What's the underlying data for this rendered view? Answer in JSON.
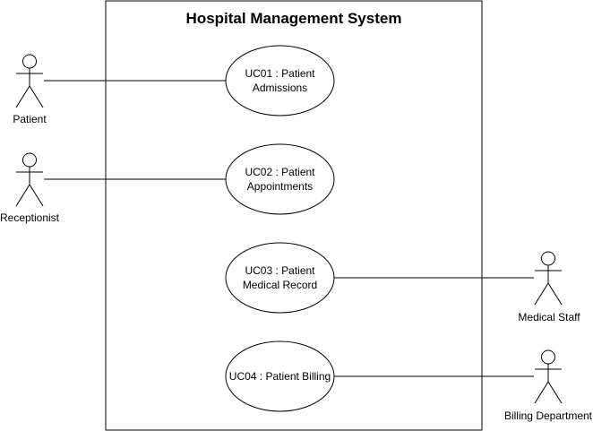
{
  "diagram": {
    "system_title": "Hospital Management System",
    "use_cases": [
      {
        "line1": "UC01 : Patient",
        "line2": "Admissions"
      },
      {
        "line1": "UC02 : Patient",
        "line2": "Appointments"
      },
      {
        "line1": "UC03 : Patient",
        "line2": "Medical Record"
      },
      {
        "line1": "UC04 : Patient Billing"
      }
    ],
    "actors": [
      {
        "name": "Patient"
      },
      {
        "name": "Receptionist"
      },
      {
        "name": "Medical Staff"
      },
      {
        "name": "Billing Department"
      }
    ],
    "colors": {
      "stroke": "#000000",
      "background": "#ffffff"
    }
  }
}
